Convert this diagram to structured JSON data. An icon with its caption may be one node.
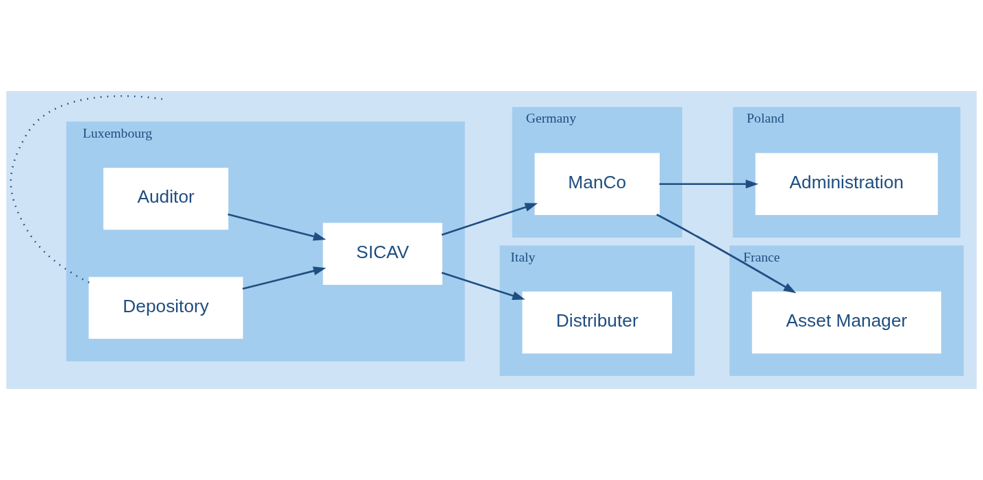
{
  "diagram": {
    "nodes": [
      {
        "text": [
          "Luxembourg"
        ]
      },
      {
        "text": [
          "SICAV"
        ],
        "in": 0
      },
      {
        "text": [
          "Auditor"
        ],
        "in": 0
      },
      {
        "text": [
          "Depository"
        ],
        "in": 0
      },
      {
        "text": [
          "Germany"
        ]
      },
      {
        "text": [
          "ManCo"
        ],
        "in": 4
      },
      {
        "text": [
          "Poland"
        ]
      },
      {
        "text": [
          "Administration"
        ],
        "in": 6
      },
      {
        "text": [
          "Italy"
        ]
      },
      {
        "text": [
          "Distributer"
        ],
        "in": 8
      },
      {
        "text": [
          "France"
        ]
      },
      {
        "text": [
          "Asset Manager"
        ],
        "in": 10
      }
    ],
    "edges": [
      {
        "from": 2,
        "to": 1,
        "arrow": "to"
      },
      {
        "from": 3,
        "to": 1,
        "arrow": "to"
      },
      {
        "from": 1,
        "to": 5,
        "arrow": "to"
      },
      {
        "from": 1,
        "to": 9,
        "arrow": "to"
      },
      {
        "from": 5,
        "to": 7,
        "arrow": "to"
      },
      {
        "from": 5,
        "to": 11,
        "arrow": "to"
      },
      {
        "from": 3,
        "to": null,
        "arrow": "none",
        "style": "dashed"
      }
    ]
  }
}
